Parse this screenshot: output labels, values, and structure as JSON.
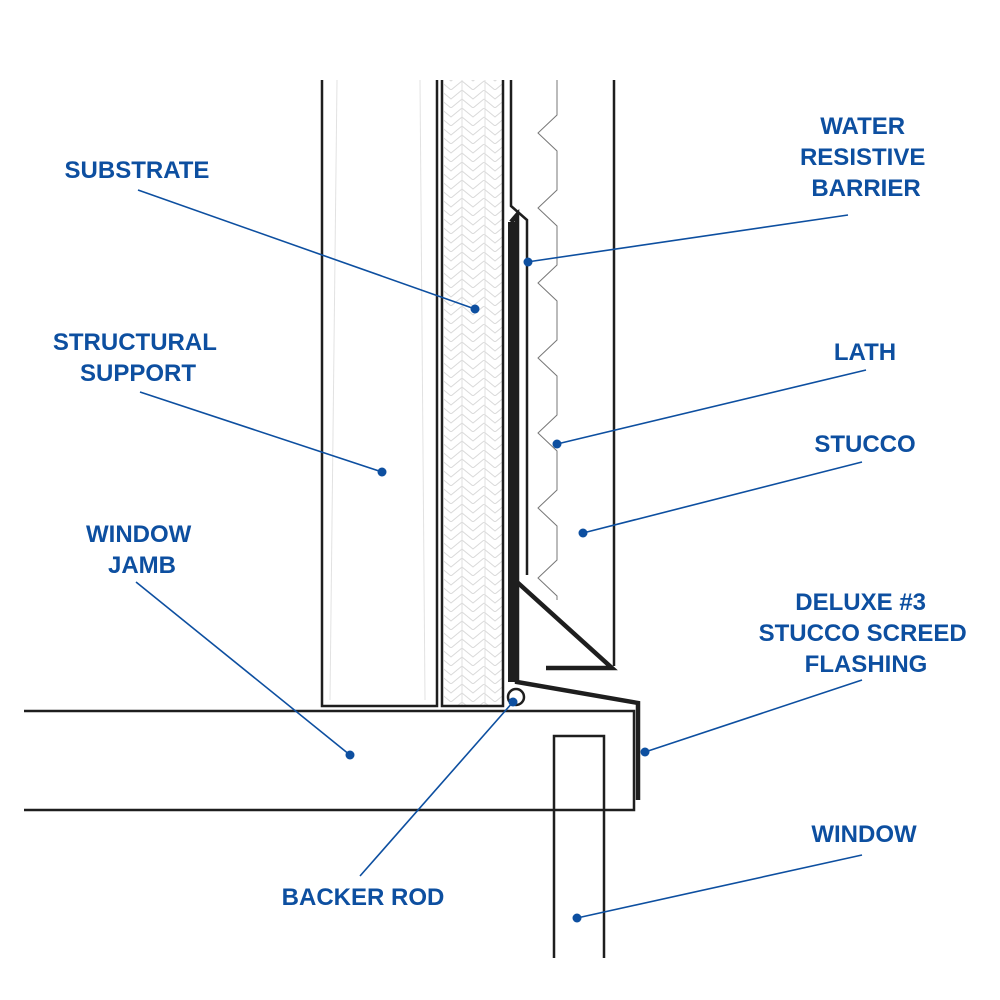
{
  "diagram": {
    "title": "Stucco screed flashing at window head detail",
    "colors": {
      "label": "#0d4fa0",
      "line": "#1e1e1e",
      "background": "#ffffff"
    },
    "labels": [
      {
        "id": "water-resistive-barrier",
        "lines": [
          "WATER",
          "RESISTIVE",
          "BARRIER"
        ]
      },
      {
        "id": "substrate",
        "lines": [
          "SUBSTRATE"
        ]
      },
      {
        "id": "structural-support",
        "lines": [
          "STRUCTURAL",
          "SUPPORT"
        ]
      },
      {
        "id": "lath",
        "lines": [
          "LATH"
        ]
      },
      {
        "id": "stucco",
        "lines": [
          "STUCCO"
        ]
      },
      {
        "id": "window-jamb",
        "lines": [
          "WINDOW",
          "JAMB"
        ]
      },
      {
        "id": "deluxe-3-flashing",
        "lines": [
          "DELUXE #3",
          "STUCCO SCREED",
          "FLASHING"
        ]
      },
      {
        "id": "window",
        "lines": [
          "WINDOW"
        ]
      },
      {
        "id": "backer-rod",
        "lines": [
          "BACKER ROD"
        ]
      }
    ]
  }
}
